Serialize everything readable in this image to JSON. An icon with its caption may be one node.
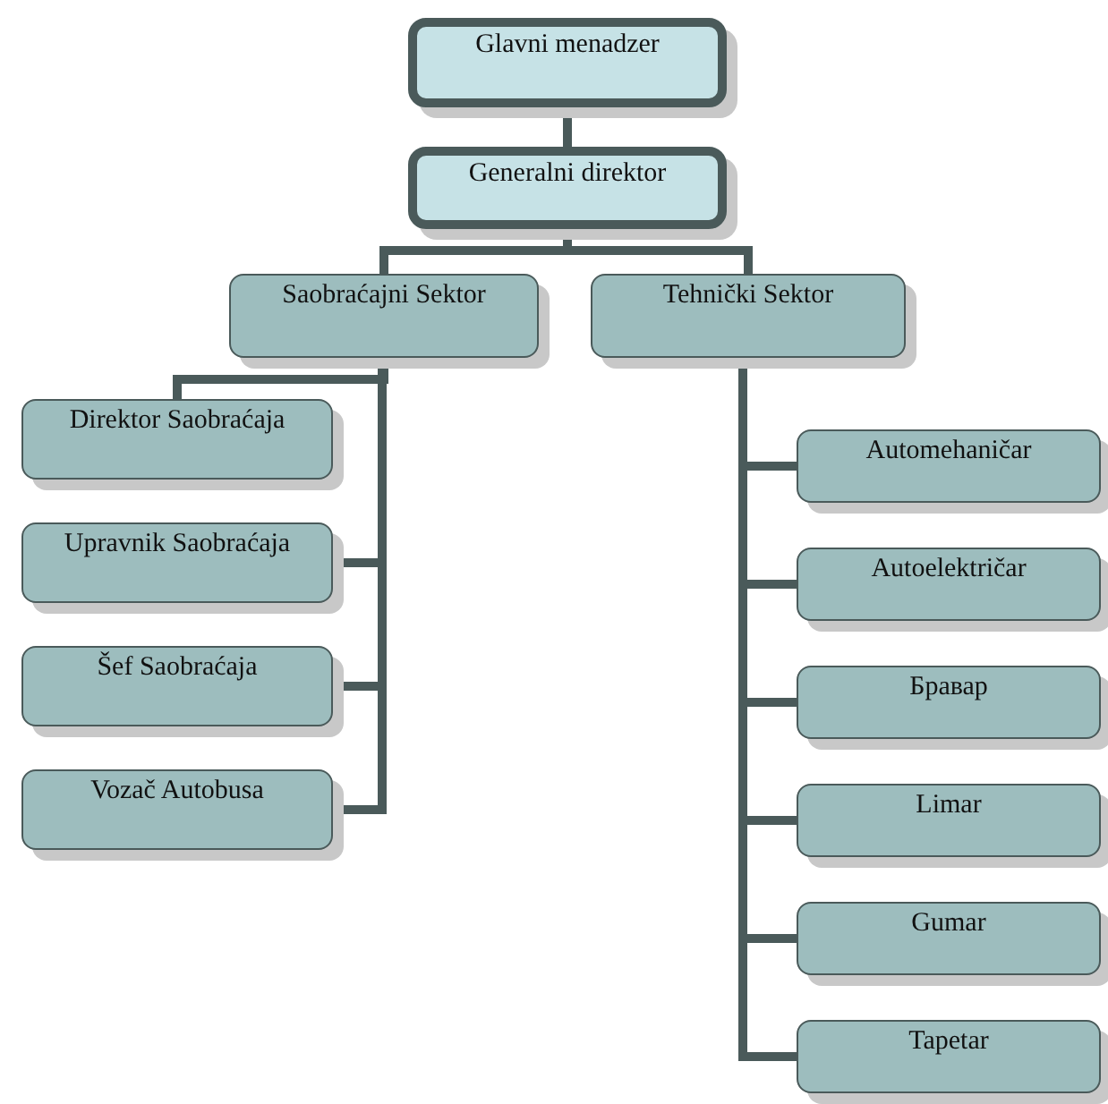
{
  "diagram": {
    "nodes": [
      {
        "text": [
          "Glavni menadzer"
        ]
      },
      {
        "text": [
          "Generalni direktor"
        ]
      },
      {
        "text": [
          "Saobraćajni Sektor"
        ]
      },
      {
        "text": [
          "Tehnički Sektor"
        ]
      },
      {
        "text": [
          "Direktor Saobraćaja"
        ]
      },
      {
        "text": [
          "Upravnik Saobraćaja"
        ]
      },
      {
        "text": [
          "Šef Saobraćaja"
        ]
      },
      {
        "text": [
          "Vozač Autobusa"
        ]
      },
      {
        "text": [
          "Automehaničar"
        ]
      },
      {
        "text": [
          "Autoelektričar"
        ]
      },
      {
        "text": [
          "Бравар"
        ]
      },
      {
        "text": [
          "Limar"
        ]
      },
      {
        "text": [
          "Gumar"
        ]
      },
      {
        "text": [
          "Tapetar"
        ]
      }
    ],
    "edges": [
      {
        "from": 0,
        "to": 1,
        "arrow": "none"
      },
      {
        "from": 1,
        "to": 2,
        "arrow": "none"
      },
      {
        "from": 1,
        "to": 3,
        "arrow": "none"
      },
      {
        "from": 2,
        "to": 4,
        "arrow": "none"
      },
      {
        "from": 2,
        "to": 5,
        "arrow": "none"
      },
      {
        "from": 2,
        "to": 6,
        "arrow": "none"
      },
      {
        "from": 2,
        "to": 7,
        "arrow": "none"
      },
      {
        "from": 3,
        "to": 8,
        "arrow": "none"
      },
      {
        "from": 3,
        "to": 9,
        "arrow": "none"
      },
      {
        "from": 3,
        "to": 10,
        "arrow": "none"
      },
      {
        "from": 3,
        "to": 11,
        "arrow": "none"
      },
      {
        "from": 3,
        "to": 12,
        "arrow": "none"
      },
      {
        "from": 3,
        "to": 13,
        "arrow": "none"
      }
    ]
  }
}
